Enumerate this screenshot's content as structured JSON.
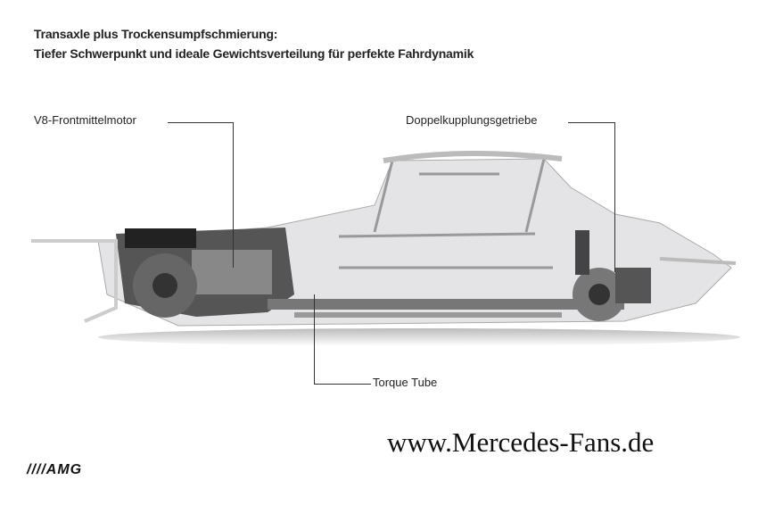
{
  "title": {
    "line1": "Transaxle plus Trockensumpfschmierung:",
    "line2": "Tiefer Schwerpunkt und ideale Gewichtsverteilung für perfekte Fahrdynamik"
  },
  "labels": {
    "engine": "V8-Frontmittelmotor",
    "gearbox": "Doppelkupplungsgetriebe",
    "torque_tube": "Torque Tube"
  },
  "watermark": "www.Mercedes-Fans.de",
  "logo": "AMG"
}
